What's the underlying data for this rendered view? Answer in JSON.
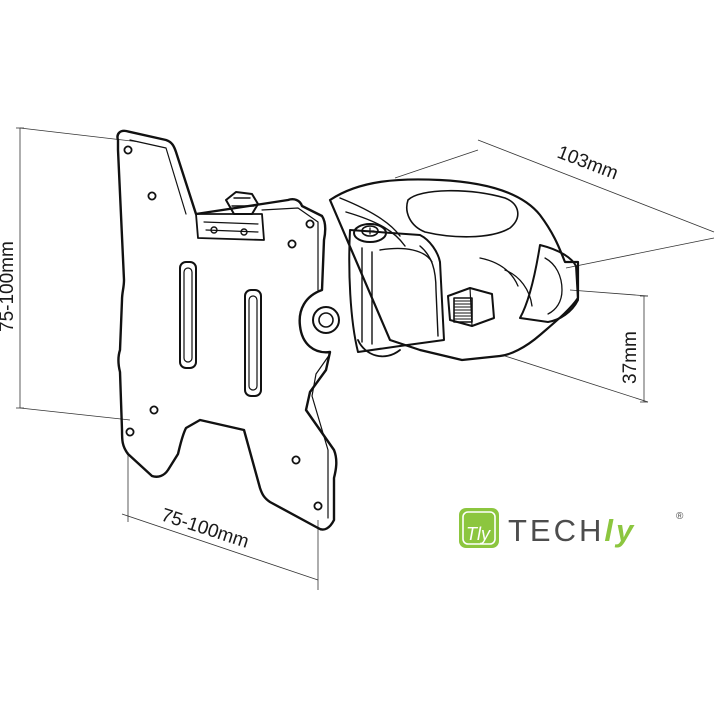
{
  "dimensions": {
    "height_label": "75-100mm",
    "width_label": "75-100mm",
    "depth_label": "103mm",
    "clamp_label": "37mm"
  },
  "logo": {
    "mark_text": "Tly",
    "wordmark_main": "TECH",
    "wordmark_accent": "ly",
    "registered": "®",
    "accent_color": "#8cc63f",
    "text_color": "#4d4d4d"
  }
}
